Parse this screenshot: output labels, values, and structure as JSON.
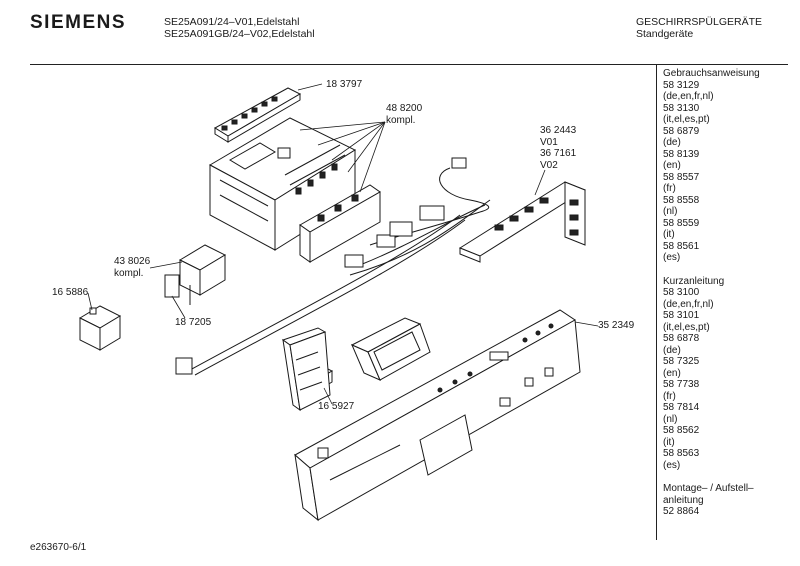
{
  "header": {
    "brand": "SIEMENS",
    "model_line_1": "SE25A091/24–V01,Edelstahl",
    "model_line_2": "SE25A091GB/24–V02,Edelstahl",
    "category_line_1": "GESCHIRRSPÜLGERÄTE",
    "category_line_2": "Standgeräte"
  },
  "documents": {
    "gebrauchsanweisung": {
      "title": "Gebrauchsanweisung",
      "entries": [
        [
          "58 3129",
          "(de,en,fr,nl)"
        ],
        [
          "58 3130",
          "(it,el,es,pt)"
        ],
        [
          "58 6879",
          "(de)"
        ],
        [
          "58 8139",
          "(en)"
        ],
        [
          "58 8557",
          "(fr)"
        ],
        [
          "58 8558",
          "(nl)"
        ],
        [
          "58 8559",
          "(it)"
        ],
        [
          "58 8561",
          "(es)"
        ]
      ]
    },
    "kurzanleitung": {
      "title": "Kurzanleitung",
      "entries": [
        [
          "58 3100",
          "(de,en,fr,nl)"
        ],
        [
          "58 3101",
          "(it,el,es,pt)"
        ],
        [
          "58 6878",
          "(de)"
        ],
        [
          "58 7325",
          "(en)"
        ],
        [
          "58 7738",
          "(fr)"
        ],
        [
          "58 7814",
          "(nl)"
        ],
        [
          "58 8562",
          "(it)"
        ],
        [
          "58 8563",
          "(es)"
        ]
      ]
    },
    "montage": {
      "title_line_1": "Montage– / Aufstell–",
      "title_line_2": "anleitung",
      "number": "52 8864"
    }
  },
  "part_labels": {
    "p183797": "18 3797",
    "p488200": "48 8200",
    "p488200_note": "kompl.",
    "p362443": "36 2443",
    "p362443_ver": "V01",
    "p367161": "36 7161",
    "p367161_ver": "V02",
    "p438026": "43 8026",
    "p438026_note": "kompl.",
    "p165886": "16 5886",
    "p187205": "18 7205",
    "p352349": "35 2349",
    "p165927": "16 5927"
  },
  "footer": {
    "drawing_id": "e263670-6/1"
  }
}
